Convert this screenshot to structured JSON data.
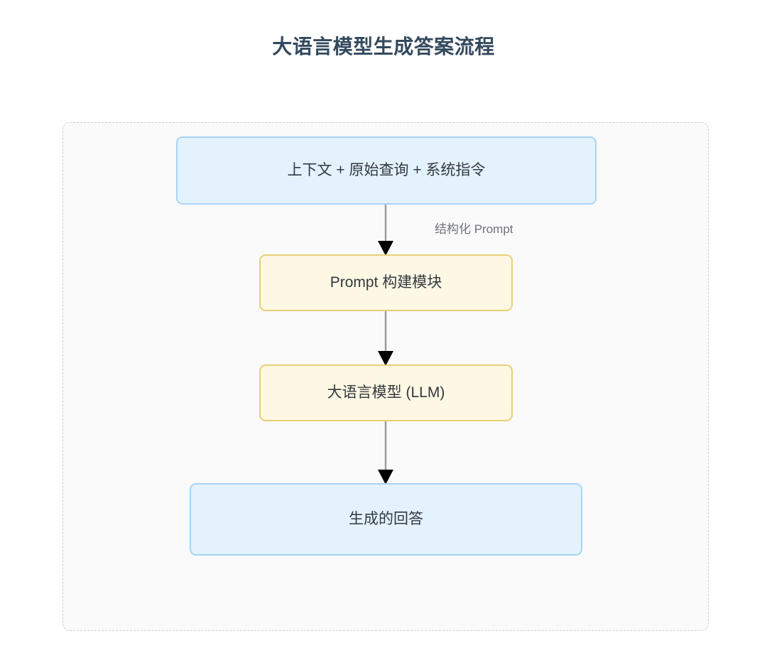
{
  "diagram": {
    "title": "大语言模型生成答案流程",
    "type": "flowchart",
    "direction": "top-to-bottom",
    "colors": {
      "title_text": "#34495e",
      "node_text": "#333840",
      "blue_fill": "#e3f2fd",
      "blue_border": "#a8d4f5",
      "yellow_fill": "#fdf8e3",
      "yellow_border": "#e9cf77",
      "container_fill": "#fafafa",
      "container_border": "#cfcfcf",
      "edge_line": "#999999",
      "edge_arrow": "#000000",
      "edge_label_text": "#6f7277",
      "page_background": "#ffffff"
    },
    "nodes": [
      {
        "id": "context",
        "label": "上下文 + 原始查询 + 系统指令",
        "style": "blue"
      },
      {
        "id": "prompt_builder",
        "label": "Prompt 构建模块",
        "style": "yellow"
      },
      {
        "id": "llm",
        "label": "大语言模型 (LLM)",
        "style": "yellow"
      },
      {
        "id": "answer",
        "label": "生成的回答",
        "style": "blue"
      }
    ],
    "edges": [
      {
        "from": "context",
        "to": "prompt_builder",
        "label": "结构化 Prompt"
      },
      {
        "from": "prompt_builder",
        "to": "llm",
        "label": ""
      },
      {
        "from": "llm",
        "to": "answer",
        "label": ""
      }
    ]
  }
}
